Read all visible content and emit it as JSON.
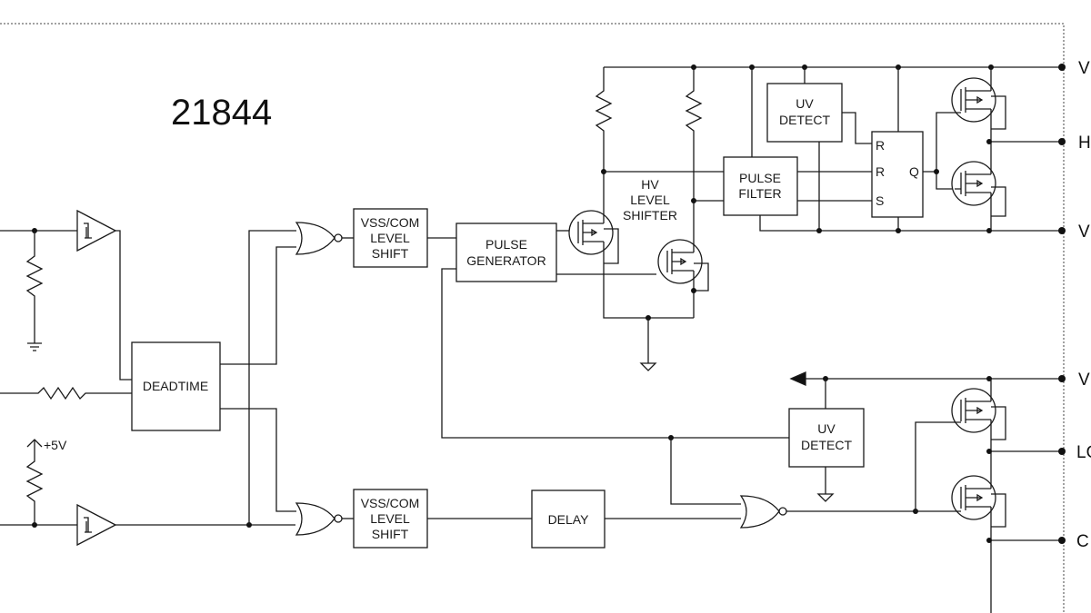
{
  "diagram": {
    "part_number": "21844",
    "blocks": {
      "deadtime": "DEADTIME",
      "level_shift_high": [
        "VSS/COM",
        "LEVEL",
        "SHIFT"
      ],
      "level_shift_low": [
        "VSS/COM",
        "LEVEL",
        "SHIFT"
      ],
      "pulse_generator": [
        "PULSE",
        "GENERATOR"
      ],
      "hv_level_shifter": [
        "HV",
        "LEVEL",
        "SHIFTER"
      ],
      "pulse_filter": [
        "PULSE",
        "FILTER"
      ],
      "uv_detect_high": [
        "UV",
        "DETECT"
      ],
      "uv_detect_low": [
        "UV",
        "DETECT"
      ],
      "delay": "DELAY"
    },
    "latch": {
      "r1": "R",
      "r2": "R",
      "s": "S",
      "q": "Q"
    },
    "supply_label": "+5V",
    "right_pins": [
      "V",
      "H",
      "V",
      "V",
      "LO",
      "C"
    ]
  }
}
